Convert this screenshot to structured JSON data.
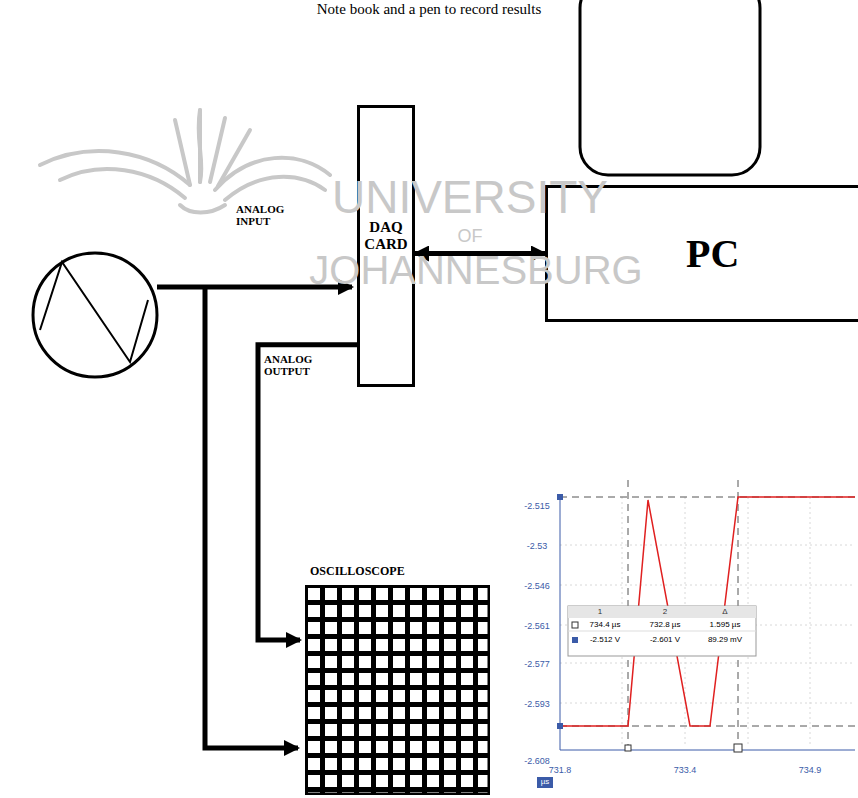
{
  "diagram": {
    "nodes": [
      {
        "text": [
          "DAQ CARD"
        ]
      },
      {
        "text": [
          "PC"
        ]
      },
      {
        "text": [
          "OSCILLOSCOPE"
        ]
      }
    ],
    "edges": [
      {
        "from": 0,
        "to": 1,
        "arrow": "both"
      },
      {
        "from": 0,
        "to": 2,
        "label": "ANALOG OUTPUT",
        "arrow": "to"
      }
    ],
    "labels": [
      "Note book and a pen to record results",
      "UNIVERSITY",
      "OF",
      "JOHANNESBURG",
      "ANALOG INPUT",
      "-2.515",
      "-2.53",
      "-2.546",
      "-2.561",
      "-2.577",
      "-2.593",
      "-2.608",
      "731.8",
      "733.4",
      "734.9",
      "1",
      "2",
      "Δ",
      "734.4 µs",
      "732.8 µs",
      "1.595 µs",
      "-2.512 V",
      "-2.601 V",
      "89.29 mV",
      "µs"
    ]
  }
}
